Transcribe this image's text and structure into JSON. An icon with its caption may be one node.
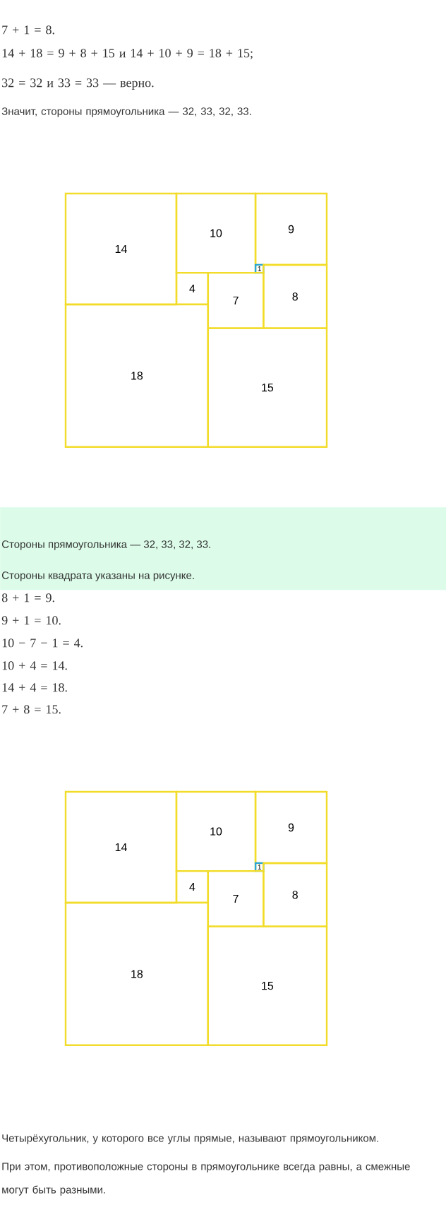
{
  "diagram": {
    "nodes": [
      {
        "text": [
          "14"
        ]
      },
      {
        "text": [
          "10"
        ]
      },
      {
        "text": [
          "9"
        ]
      },
      {
        "text": [
          "1"
        ]
      },
      {
        "text": [
          "4"
        ]
      },
      {
        "text": [
          "7"
        ]
      },
      {
        "text": [
          "8"
        ]
      },
      {
        "text": [
          "18"
        ]
      },
      {
        "text": [
          "15"
        ]
      },
      {
        "text": [
          "Стороны прямоугольника — 32, 33, 32, 33.",
          "Стороны квадрата указаны на рисунке."
        ]
      },
      {
        "text": [
          "14"
        ]
      },
      {
        "text": [
          "10"
        ]
      },
      {
        "text": [
          "9"
        ]
      },
      {
        "text": [
          "1"
        ]
      },
      {
        "text": [
          "4"
        ]
      },
      {
        "text": [
          "7"
        ]
      },
      {
        "text": [
          "8"
        ]
      },
      {
        "text": [
          "18"
        ]
      },
      {
        "text": [
          "15"
        ]
      }
    ],
    "labels": [
      "7 + 1 = 8.",
      "14 + 18 = 9 + 8 + 15 и 14 + 10 + 9 = 18 + 15;",
      "32 = 32 и 33 = 33 — верно.",
      "Значит, стороны прямоугольника — 32, 33, 32, 33.",
      "8 + 1 = 9.",
      "9 + 1 = 10.",
      "10 − 7 − 1 = 4.",
      "10 + 4 = 14.",
      "14 + 4 = 18.",
      "7 + 8 = 15.",
      "Четырёхугольник, у которого все углы прямые, называют прямоугольником.",
      "При этом, противоположные стороны в прямоугольнике всегда равны, а смежные могут быть разными."
    ]
  }
}
